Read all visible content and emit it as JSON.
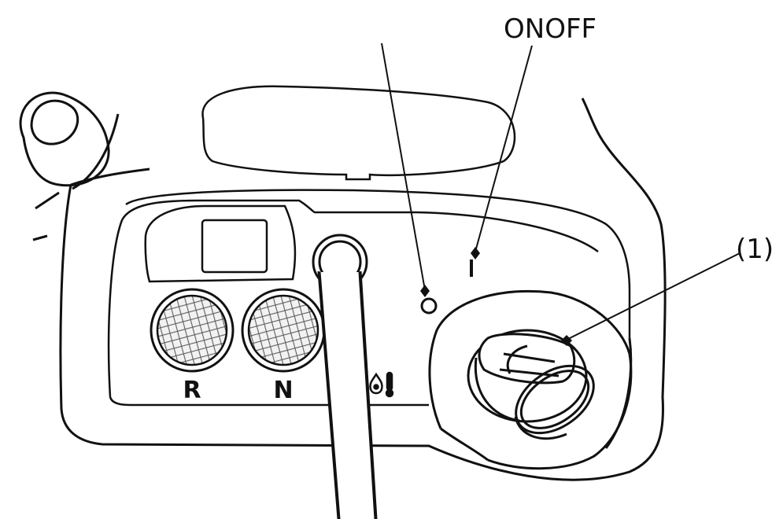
{
  "callouts": {
    "onoff": "ONOFF",
    "item1": "(1)"
  },
  "panel": {
    "reverse_label": "R",
    "neutral_label": "N",
    "off_symbol": "O",
    "on_symbol": "I"
  },
  "icons": {
    "oil_temp": "oil-temperature-warning-icon",
    "indicator_lamp": "indicator-lamp-icon",
    "ignition_key": "ignition-key-icon"
  },
  "colors": {
    "line": "#111111",
    "background": "#ffffff",
    "lens_fill": "#eeeeee"
  }
}
